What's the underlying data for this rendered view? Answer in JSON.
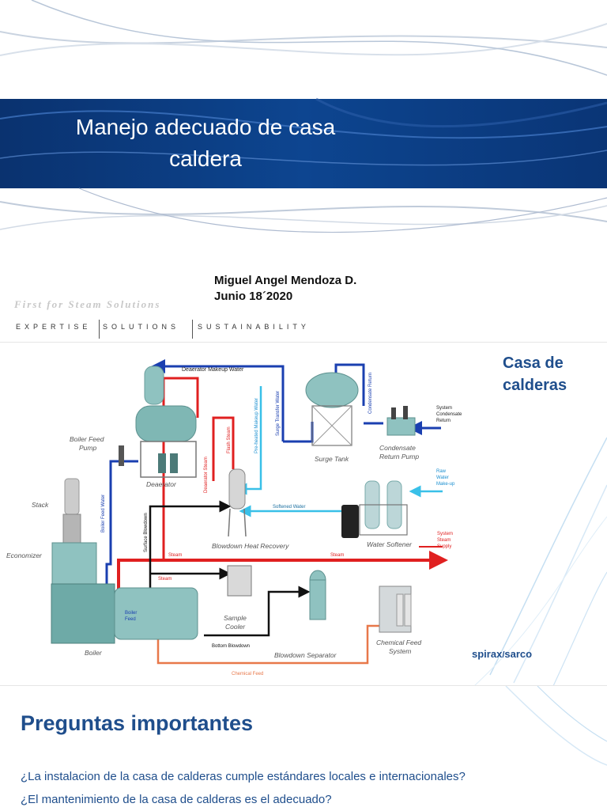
{
  "slide1": {
    "title_line1": "Manejo adecuado de casa",
    "title_line2": "caldera",
    "author": "Miguel Angel Mendoza D.",
    "date": "Junio 18´2020",
    "tagline_script": "First for Steam Solutions",
    "tagline": [
      "EXPERTISE",
      "SOLUTIONS",
      "SUSTAINABILITY"
    ],
    "colors": {
      "band": "#0b3a7e",
      "band_light": "#1d5fae"
    }
  },
  "slide2": {
    "title_line1": "Casa de",
    "title_line2": "calderas",
    "brand_line1": "spirax",
    "brand_line2": "sarco",
    "diagram_labels": {
      "deaerator_makeup": "Deaerator Makeup Water",
      "boiler_feed_pump_1": "Boiler Feed",
      "boiler_feed_pump_2": "Pump",
      "deaerator": "Deaerator",
      "deaerator_steam": "Deaerator Steam",
      "flash_steam": "Flash Steam",
      "preheated_makeup": "Pre-heated Makeup Water",
      "surge_transfer": "Surge Transfer Water",
      "surge_tank": "Surge Tank",
      "condensate_return": "Condensate Return",
      "condensate_pump_1": "Condensate",
      "condensate_pump_2": "Return Pump",
      "system_condensate_1": "System",
      "system_condensate_2": "Condensate",
      "system_condensate_3": "Return",
      "stack": "Stack",
      "boiler_feed_water": "Boiler Feed Water",
      "surface_blowdown": "Surface Blowdown",
      "softened_water": "Softened Water",
      "raw_water_1": "Raw",
      "raw_water_2": "Water",
      "raw_water_3": "Make-up",
      "economizer": "Economizer",
      "blowdown_heat_recovery": "Blowdown Heat Recovery",
      "water_softener": "Water Softener",
      "system_steam_1": "System",
      "system_steam_2": "Steam",
      "system_steam_3": "Supply",
      "steam_1": "Steam",
      "steam_2": "Steam",
      "steam_3": "Steam",
      "boiler_feed_1": "Boiler",
      "boiler_feed_2": "Feed",
      "sample_cooler_1": "Sample",
      "sample_cooler_2": "Cooler",
      "bottom_blowdown": "Bottom Blowdown",
      "blowdown_separator": "Blowdown Separator",
      "chemical_feed_system_1": "Chemical Feed",
      "chemical_feed_system_2": "System",
      "chemical_feed": "Chemical Feed",
      "boiler": "Boiler"
    },
    "colors": {
      "steam": "#e02020",
      "water": "#1a3fb0",
      "light_water": "#39c0e8",
      "chemical": "#e8784a",
      "equipment": "#5aa5a0"
    }
  },
  "slide3": {
    "title": "Preguntas importantes",
    "questions": [
      "¿La instalacion de la casa de calderas cumple estándares locales e internacionales?",
      "¿El mantenimiento de la casa de calderas es el adecuado?"
    ]
  }
}
